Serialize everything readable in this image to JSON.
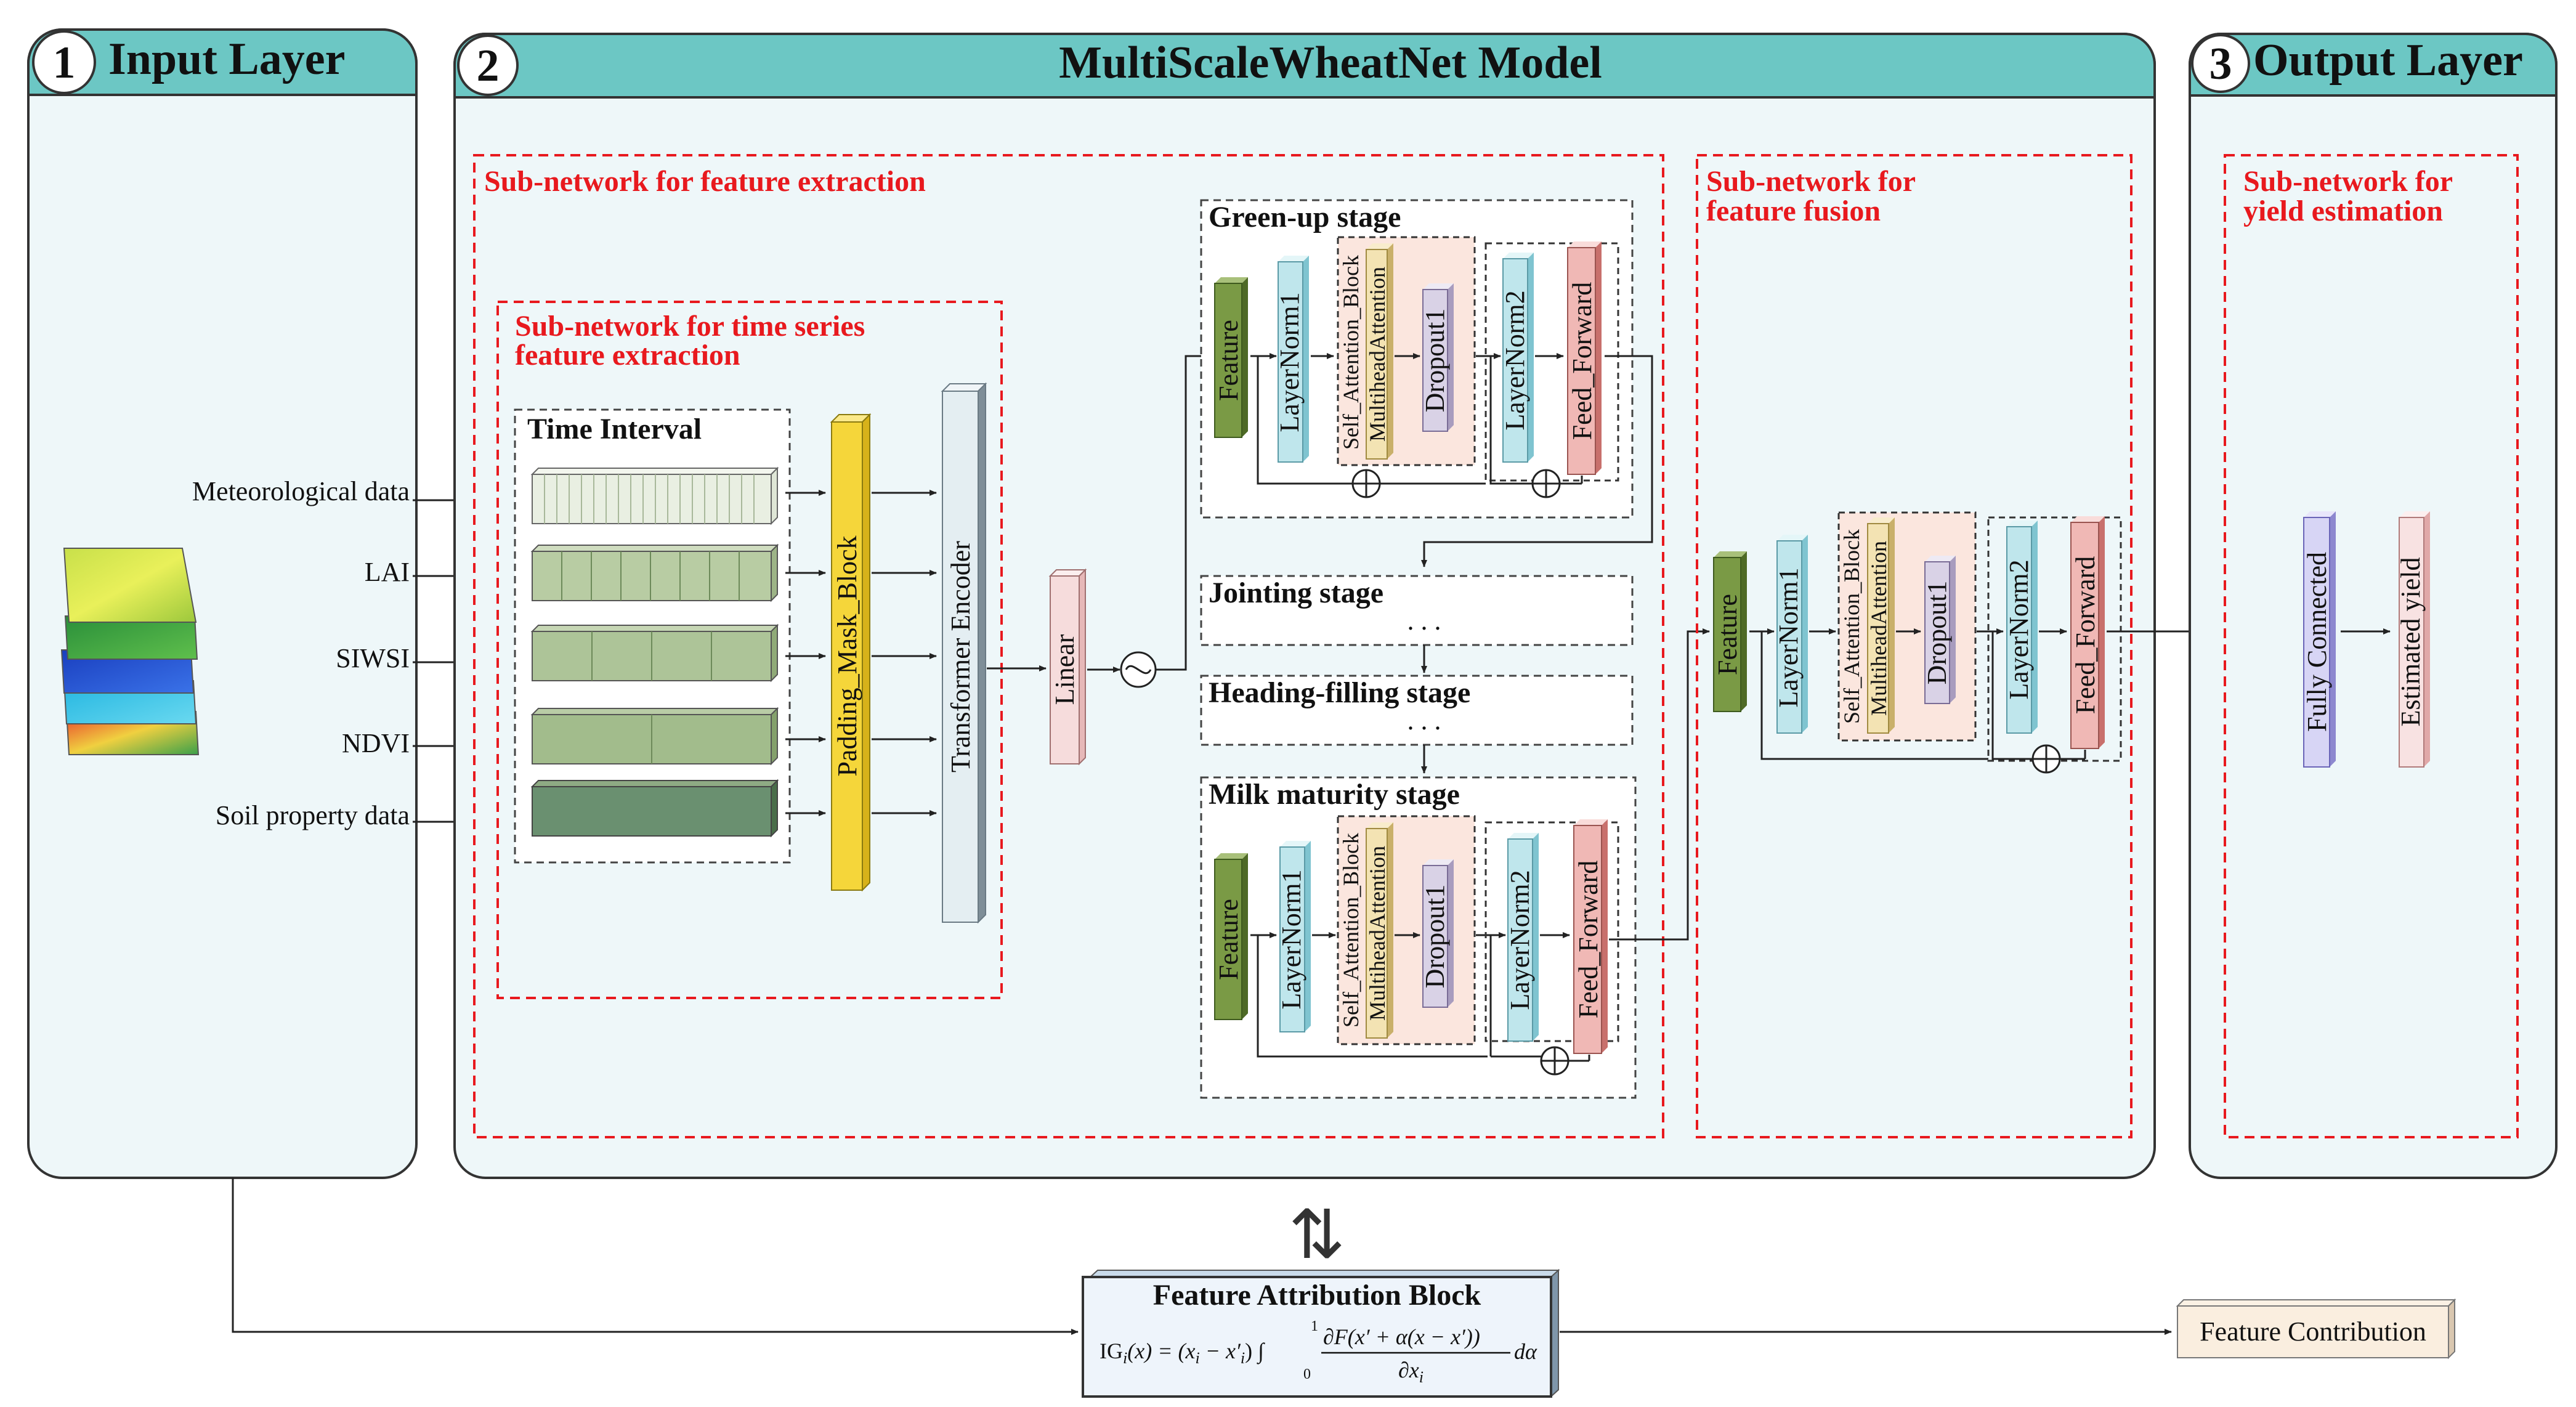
{
  "panels": {
    "input": {
      "number": "1",
      "title": "Input Layer"
    },
    "model": {
      "number": "2",
      "title": "MultiScaleWheatNet Model"
    },
    "output": {
      "number": "3",
      "title": "Output Layer"
    }
  },
  "subnetworks": {
    "feature_extraction": "Sub-network for feature extraction",
    "time_series_line1": "Sub-network for time series",
    "time_series_line2": "feature extraction",
    "fusion_line1": "Sub-network for",
    "fusion_line2": "feature fusion",
    "yield_line1": "Sub-network for",
    "yield_line2": "yield  estimation"
  },
  "inputs": [
    "Meteorological data",
    "LAI",
    "SIWSI",
    "NDVI",
    "Soil property data"
  ],
  "time_interval": "Time Interval",
  "blocks": {
    "padding": "Padding_Mask_Block",
    "transformer": "Transformer Encoder",
    "linear": "Linear",
    "feature": "Feature",
    "layernorm1": "LayerNorm1",
    "self_attention": "Self_Attention_Block",
    "multihead": "MultiheadAttention",
    "dropout": "Dropout1",
    "layernorm2": "LayerNorm2",
    "feedforward": "Feed_Forward",
    "fully_connected": "Fully Connected",
    "estimated_yield": "Estimated yield"
  },
  "stages": {
    "green_up": "Green-up stage",
    "jointing": "Jointing stage",
    "heading": "Heading-filling stage",
    "milk": "Milk maturity stage",
    "ellipsis": ". . ."
  },
  "attribution": {
    "title": "Feature Attribution Block",
    "formula_lhs": "IG",
    "formula_sub": "i",
    "formula_mid": "(x) = (x",
    "formula_mid2": " − x′",
    "formula_mid3": ") ∫",
    "formula_num": "∂F(x′ + α(x − x′))",
    "formula_den": "∂x",
    "formula_tail": "dα",
    "integral_upper": "1",
    "integral_lower": "0"
  },
  "feature_contribution": "Feature Contribution",
  "colors": {
    "panel_header": "#6cc7c4",
    "panel_bg": "#eef7f9",
    "subnet_border": "#e8191e",
    "feature_block": "#7a9a45",
    "layernorm_block": "#bfe6ec",
    "attention_block": "#f3e3b3",
    "dropout_block": "#d9d2e6",
    "feedforward_block": "#f0b8b5",
    "padding_block": "#f5d63a",
    "transformer_block": "#e4eef2",
    "linear_block": "#f6dcdc"
  }
}
